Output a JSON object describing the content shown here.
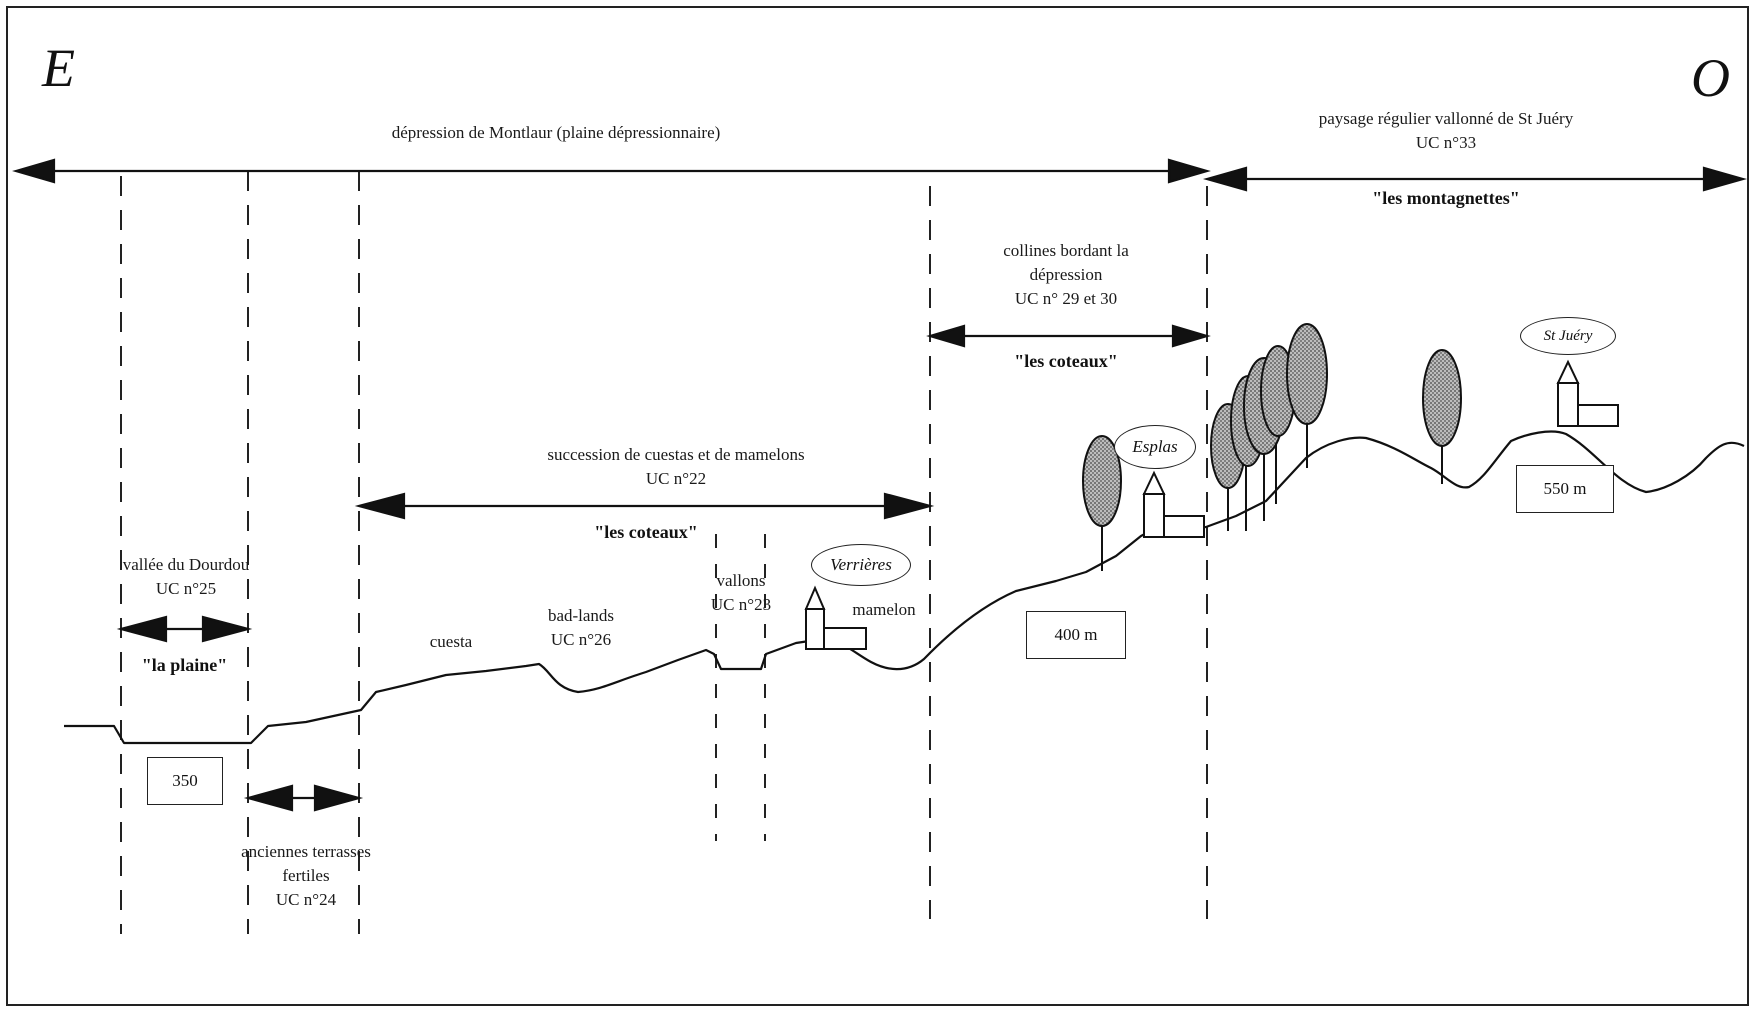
{
  "orientation": {
    "east": "E",
    "west": "O"
  },
  "zones": {
    "montlaur": {
      "title": "dépression de Montlaur (plaine dépressionnaire)"
    },
    "st_juery": {
      "title": "paysage régulier vallonné de St Juéry",
      "uc": "UC n°33",
      "nickname": "\"les montagnettes\""
    },
    "collines": {
      "title_1": "collines bordant la",
      "title_2": "dépression",
      "uc": "UC n° 29 et 30",
      "nickname": "\"les coteaux\""
    },
    "cuestas": {
      "title": "succession de cuestas et de mamelons",
      "uc": "UC n°22",
      "nickname": "\"les coteaux\""
    },
    "dourdou": {
      "title": "vallée du Dourdou",
      "uc": "UC n°25",
      "nickname": "\"la plaine\""
    },
    "terrasses": {
      "title_1": "anciennes terrasses",
      "title_2": "fertiles",
      "uc": "UC n°24"
    },
    "vallons": {
      "title": "vallons",
      "uc": "UC n°23"
    },
    "badlands": {
      "title": "bad-lands",
      "uc": "UC n°26"
    }
  },
  "landforms": {
    "cuesta": "cuesta",
    "mamelon": "mamelon"
  },
  "altitudes": {
    "a350": "350",
    "a400": "400 m",
    "a550": "550 m"
  },
  "villages": {
    "verrieres": "Verrières",
    "esplas": "Esplas",
    "st_juery": "St Juéry"
  }
}
